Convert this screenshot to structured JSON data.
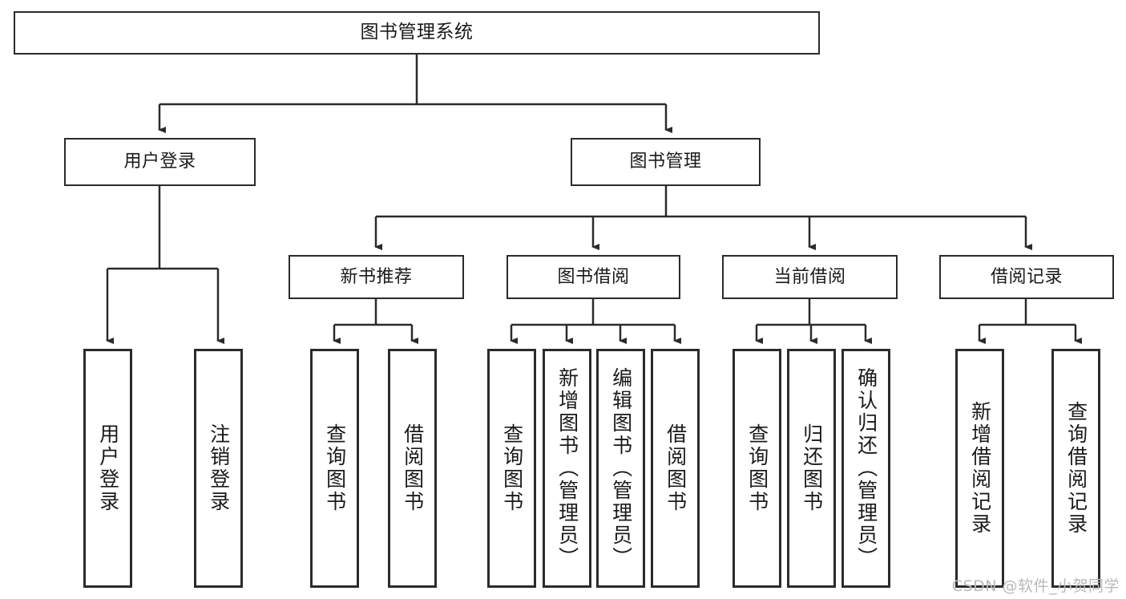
{
  "diagram": {
    "type": "tree",
    "title": "图书管理系统",
    "watermark": "CSDN @软件_小贺同学",
    "colors": {
      "stroke": "#2b2b2b",
      "fill": "#ffffff",
      "watermark": "#b9b9b9"
    },
    "nodes": {
      "root": {
        "label": "图书管理系统"
      },
      "level2": [
        {
          "label": "用户登录"
        },
        {
          "label": "图书管理"
        }
      ],
      "level3": [
        {
          "label": "新书推荐"
        },
        {
          "label": "图书借阅"
        },
        {
          "label": "当前借阅"
        },
        {
          "label": "借阅记录"
        }
      ],
      "leaves_user_login": [
        {
          "label": "用户登录"
        },
        {
          "label": "注销登录"
        }
      ],
      "leaves_new_book": [
        {
          "label": "查询图书"
        },
        {
          "label": "借阅图书"
        }
      ],
      "leaves_borrow": [
        {
          "label": "查询图书"
        },
        {
          "label": "新增图书（管理员）"
        },
        {
          "label": "编辑图书（管理员）"
        },
        {
          "label": "借阅图书"
        }
      ],
      "leaves_current": [
        {
          "label": "查询图书"
        },
        {
          "label": "归还图书"
        },
        {
          "label": "确认归还（管理员）"
        }
      ],
      "leaves_records": [
        {
          "label": "新增借阅记录"
        },
        {
          "label": "查询借阅记录"
        }
      ]
    }
  }
}
